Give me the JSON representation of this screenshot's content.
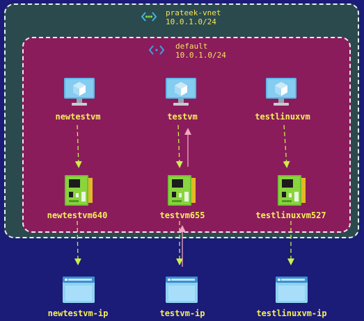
{
  "vnet": {
    "name": "prateek-vnet",
    "cidr": "10.0.1.0/24",
    "icon": "vnet-icon"
  },
  "subnet": {
    "name": "default",
    "cidr": "10.0.1.0/24",
    "icon": "subnet-icon"
  },
  "vms": [
    {
      "label": "newtestvm",
      "icon": "virtual-machine-icon"
    },
    {
      "label": "testvm",
      "icon": "virtual-machine-icon"
    },
    {
      "label": "testlinuxvm",
      "icon": "virtual-machine-icon"
    }
  ],
  "nics": [
    {
      "label": "newtestvm640",
      "icon": "network-interface-icon"
    },
    {
      "label": "testvm655",
      "icon": "network-interface-icon"
    },
    {
      "label": "testlinuxvm527",
      "icon": "network-interface-icon"
    }
  ],
  "public_ips": [
    {
      "label": "newtestvm-ip",
      "icon": "public-ip-icon"
    },
    {
      "label": "testvm-ip",
      "icon": "public-ip-icon"
    },
    {
      "label": "testlinuxvm-ip",
      "icon": "public-ip-icon"
    }
  ],
  "colors": {
    "background": "#1b1b78",
    "vnet_fill": "#2b4a4e",
    "subnet_fill": "#8a1c5c",
    "label_text": "#f7ee5a",
    "arrow_dashed": "#c9ef4a",
    "arrow_solid": "#f2a6c4"
  }
}
